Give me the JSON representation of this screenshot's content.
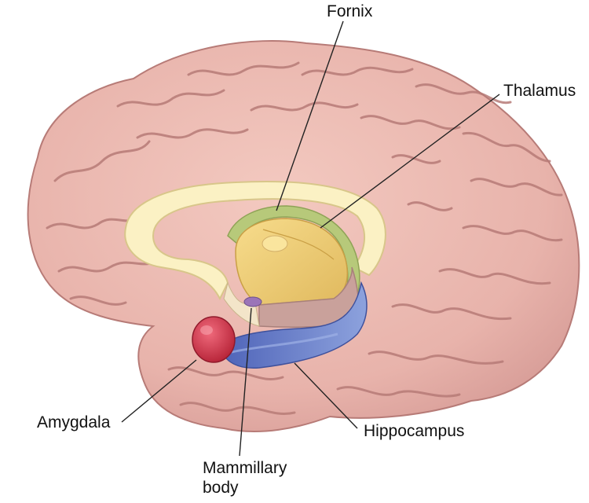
{
  "labels": {
    "fornix": "Fornix",
    "thalamus": "Thalamus",
    "amygdala": "Amygdala",
    "hippocampus": "Hippocampus",
    "mammillary_line1": "Mammillary",
    "mammillary_line2": "body"
  },
  "colors": {
    "background": "#ffffff",
    "cortex": "#e8b3ab",
    "cortex_dark": "#b77b77",
    "corpus_callosum": "#fbf1c4",
    "thalamus": "#f1cf77",
    "fornix": "#b7c97a",
    "hippocampus": "#5f74c4",
    "amygdala": "#d53a50",
    "mammillary_body": "#9b74b8",
    "brainstem_cut": "#c9a19b",
    "leader_line": "#222222"
  }
}
